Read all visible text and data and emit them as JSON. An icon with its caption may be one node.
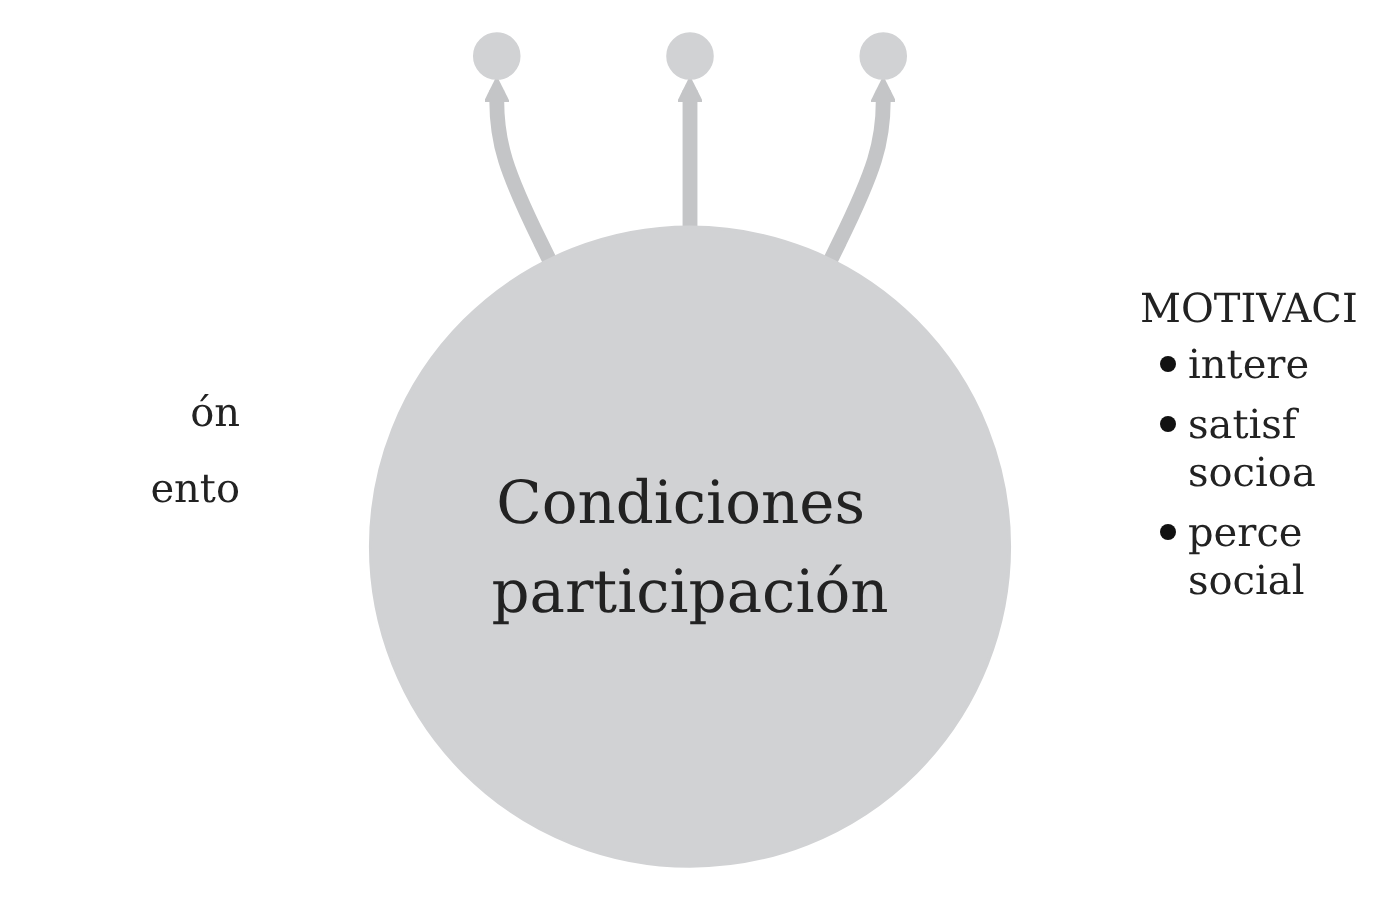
{
  "diagram": {
    "nodes": [
      {
        "text": [],
        "shape": "circle"
      },
      {
        "text": [],
        "shape": "circle"
      },
      {
        "text": [],
        "shape": "circle"
      },
      {
        "text": [
          "Condiciones participación"
        ]
      }
    ],
    "edges": [
      {
        "from": 3,
        "to": 0,
        "arrow": "to"
      },
      {
        "from": 3,
        "to": 1,
        "arrow": "to"
      },
      {
        "from": 3,
        "to": 2,
        "arrow": "to"
      }
    ],
    "labels": [
      "ón",
      "ento",
      "MOTIVACI",
      "intere",
      "satisf socioa",
      "perce social"
    ]
  }
}
